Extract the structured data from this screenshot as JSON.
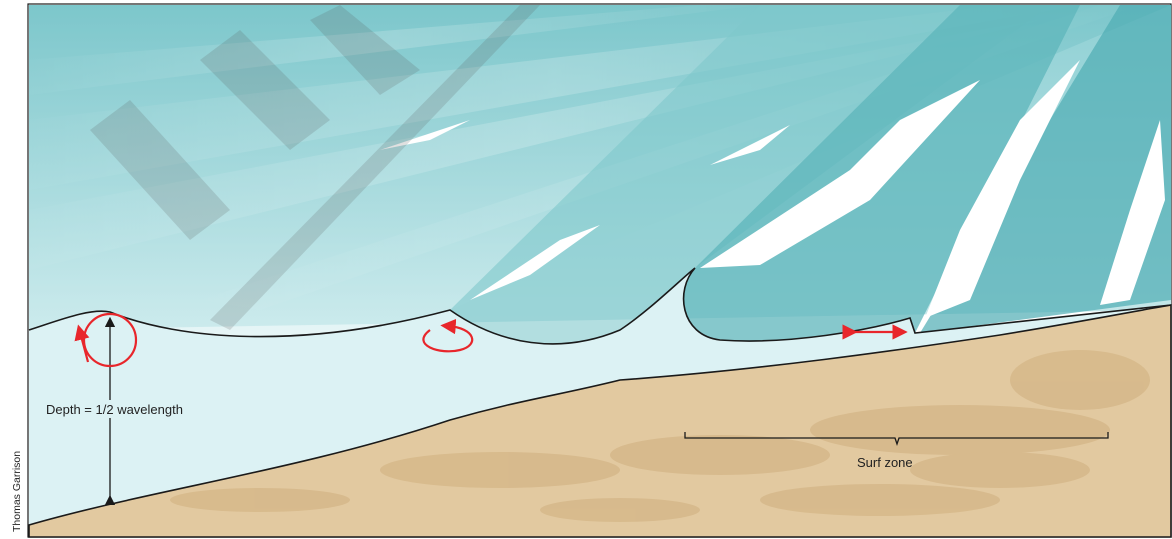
{
  "labels": {
    "depth": "Depth = 1/2 wavelength",
    "surf_zone": "Surf zone",
    "credit": "Thomas Garrison"
  },
  "colors": {
    "wave_light": "#bfe4e6",
    "wave_dark": "#5db5bb",
    "shallow_water": "#dcf2f4",
    "sand": "#e2c9a0",
    "sand_patch": "#d6b88a",
    "orbit_arrow": "#e8262b",
    "outline": "#1a1a1a"
  },
  "icons": {
    "orbit_deep": "circular-orbit-icon",
    "orbit_shoaling": "elliptical-orbit-icon",
    "orbit_surf": "back-and-forth-arrow-icon"
  }
}
